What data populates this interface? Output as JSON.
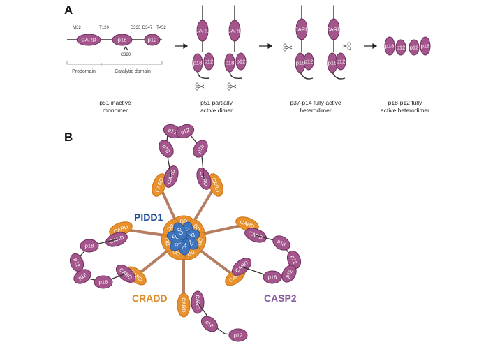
{
  "panel_a": {
    "label": "A",
    "sites": {
      "m32": "M32",
      "t120": "T120",
      "d333": "D333",
      "d347": "D347",
      "t452": "T452",
      "c320": "C320"
    },
    "domains": {
      "prodomain": "Prodomain",
      "catalytic": "Catalytic domain"
    },
    "domain_names": {
      "card": "CARD",
      "p18": "p18",
      "p12": "p12"
    },
    "captions": {
      "inactive_1": "p51 inactive",
      "inactive_2": "monomer",
      "partial_1": "p51 partially",
      "partial_2": "active dimer",
      "p37_1": "p37-p14 fully active",
      "p37_2": "heterodimer",
      "p18p12_1": "p18-p12 fully",
      "p18p12_2": "active heterodimer"
    }
  },
  "panel_b": {
    "label": "B",
    "pidd1": "PIDD1",
    "cradd": "CRADD",
    "casp2": "CASP2",
    "dd": "DD",
    "card": "CARD",
    "p18": "p18",
    "p12": "p12"
  },
  "colors": {
    "casp2_purple": "#a4568c",
    "casp2_stroke": "#6b2f5c",
    "cradd_orange": "#e8922e",
    "pidd1_blue": "#3f74bf",
    "linker_brown": "#b57e63",
    "label_pidd1": "#1f4e9c",
    "label_cradd": "#e08a2a",
    "label_casp2": "#8a5aa0"
  }
}
